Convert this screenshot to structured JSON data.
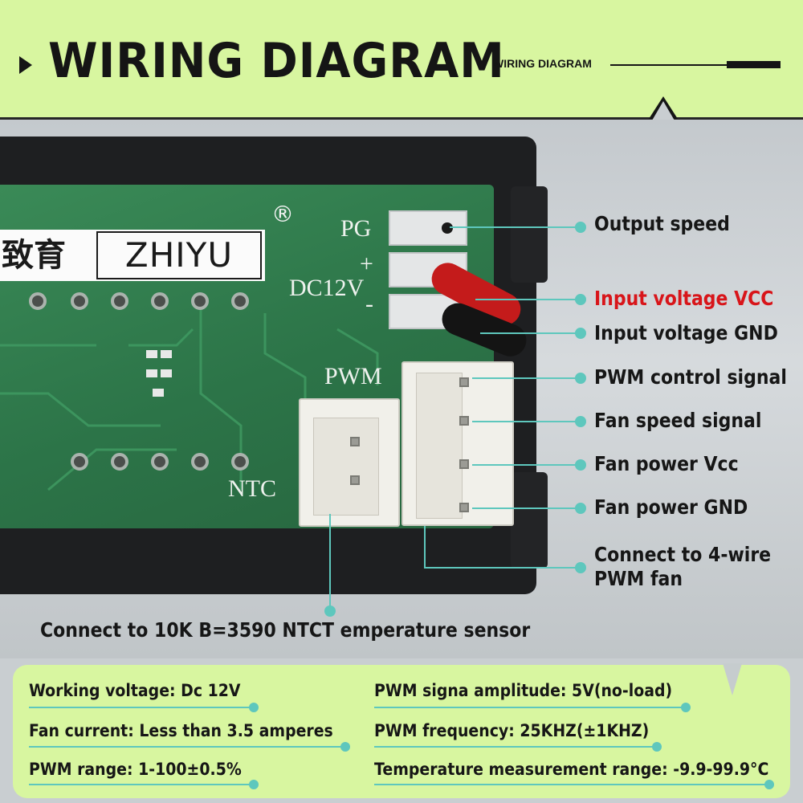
{
  "header": {
    "title": "WIRING DIAGRAM",
    "subtitle": "WIRING DIAGRAM"
  },
  "board": {
    "brand_chinese": "致育",
    "brand": "ZHIYU",
    "registered": "®",
    "silk_pg": "PG",
    "silk_plus": "+",
    "silk_dc12v": "DC12V",
    "silk_minus": "-",
    "silk_pwm": "PWM",
    "silk_ntc": "NTC"
  },
  "callouts": {
    "output_speed": "Output speed",
    "input_vcc": "Input voltage VCC",
    "input_gnd": "Input voltage GND",
    "pwm_control": "PWM control signal",
    "fan_speed": "Fan speed signal",
    "fan_vcc": "Fan power Vcc",
    "fan_gnd": "Fan power GND",
    "fan4_line1": "Connect to 4-wire",
    "fan4_line2": "PWM fan",
    "ntc_sensor": "Connect to 10K B=3590 NTCT emperature sensor"
  },
  "specs": {
    "working_voltage": "Working voltage: Dc 12V",
    "fan_current": "Fan current: Less than 3.5 amperes",
    "pwm_range": "PWM range: 1-100±0.5%",
    "pwm_amplitude": "PWM signa amplitude: 5V(no-load)",
    "pwm_frequency": "PWM frequency: 25KHZ(±1KHZ)",
    "temp_range": "Temperature measurement range: -9.9-99.9°C"
  },
  "colors": {
    "header_bg": "#d8f6a0",
    "accent_line": "#5ec7bd",
    "highlight_red": "#d8151a"
  }
}
